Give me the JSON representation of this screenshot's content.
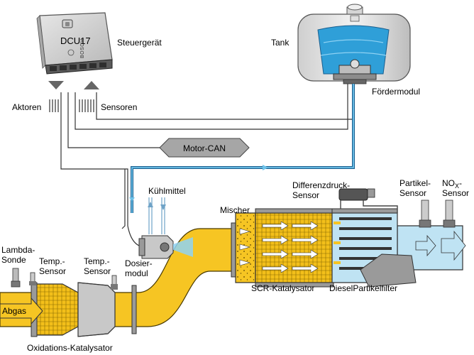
{
  "labels": {
    "dcu_name": "DCU17",
    "dcu_brand": "BOSCH",
    "steuergeraet": "Steuergerät",
    "tank": "Tank",
    "foerdermodul": "Fördermodul",
    "aktoren": "Aktoren",
    "sensoren": "Sensoren",
    "motor_can": "Motor-CAN",
    "kuehlmittel": "Kühlmittel",
    "mischer": "Mischer",
    "differenzdruck_line1": "Differenzdruck-",
    "differenzdruck_line2": "Sensor",
    "partikel_line1": "Partikel-",
    "partikel_line2": "Sensor",
    "nox_main": "NO",
    "nox_sub": "X",
    "nox_suffix": "-",
    "nox_line2": "Sensor",
    "lambda_line1": "Lambda-",
    "lambda_line2": "Sonde",
    "temp1_line1": "Temp.-",
    "temp1_line2": "Sensor",
    "temp2_line1": "Temp.-",
    "temp2_line2": "Sensor",
    "dosier_line1": "Dosier-",
    "dosier_line2": "modul",
    "abgas": "Abgas",
    "scr_katalysator": "SCR-Katalysator",
    "dieselpartikelfilter": "DieselPartikelfilter",
    "oxidations_katalysator": "Oxidations-Katalysator"
  },
  "colors": {
    "exhaust": "#f6c523",
    "urea": "#2f9fd8",
    "urea_pipe": "#1a5f8f",
    "clean_exhaust": "#bfe3f3",
    "metal": "#9a9a9a"
  }
}
